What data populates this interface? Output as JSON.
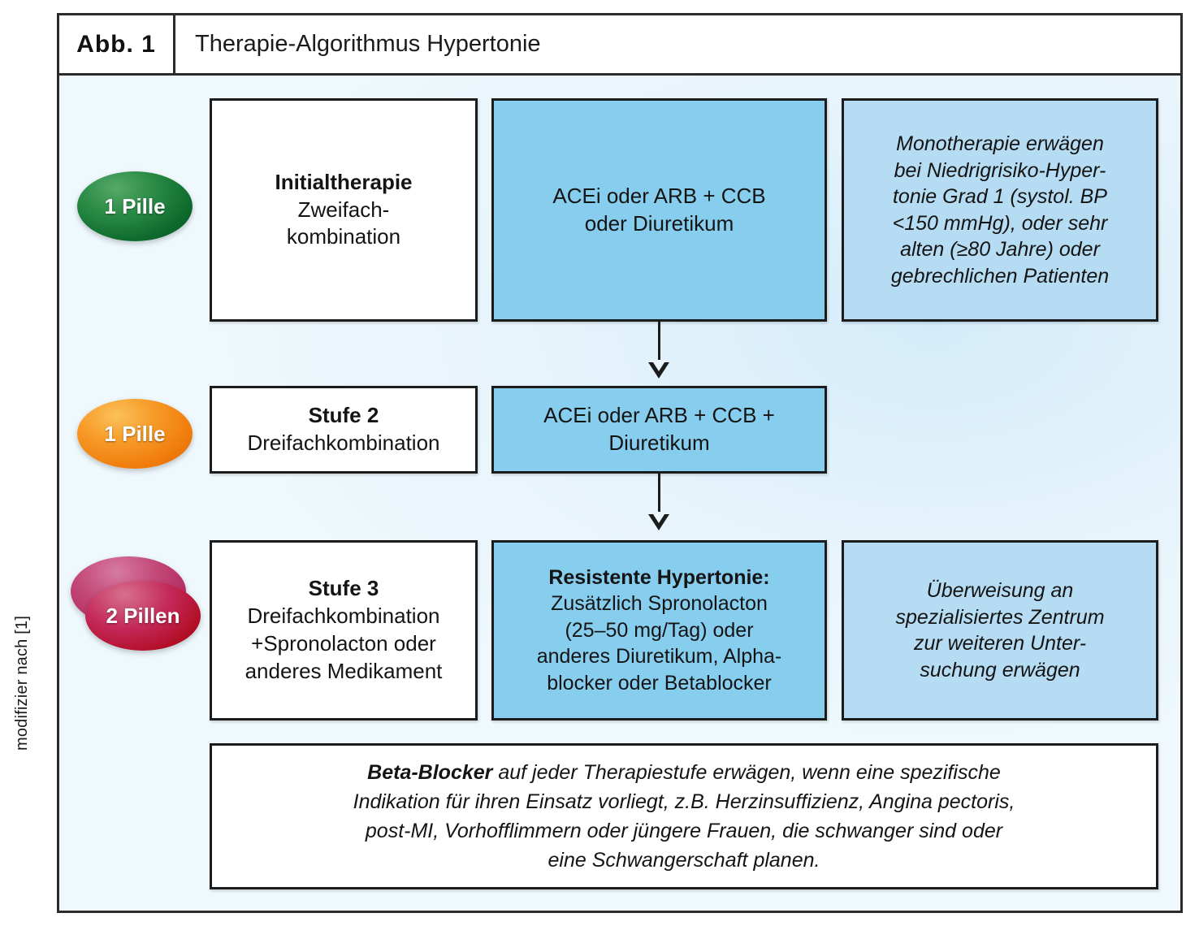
{
  "figure": {
    "label": "Abb. 1",
    "title": "Therapie-Algorithmus Hypertonie",
    "source_credit": "modifizier nach [1]"
  },
  "colors": {
    "background": "#eaf5fc",
    "box_mid_blue": "#86cdee",
    "box_light_blue": "#b5dcf2",
    "box_white": "#ffffff",
    "border": "#1c1c1c",
    "badge_green": "#0d6a2c",
    "badge_orange": "#ef7b0c",
    "badge_red": "#b10d23"
  },
  "rows": [
    {
      "badge": {
        "label": "1 Pille",
        "color": "green",
        "pills": 1
      },
      "stage": {
        "heading": "Initialtherapie",
        "line1": "Zweifach-",
        "line2": "kombination"
      },
      "treatment": {
        "line1": "ACEi oder ARB + CCB",
        "line2": "oder Diuretikum"
      },
      "note": {
        "line1": "Monotherapie erwägen",
        "line2": "bei Niedrigrisiko-Hyper-",
        "line3": "tonie Grad 1 (systol. BP",
        "line4": "<150 mmHg), oder sehr",
        "line5": "alten (≥80 Jahre) oder",
        "line6": "gebrechlichen Patienten"
      }
    },
    {
      "badge": {
        "label": "1 Pille",
        "color": "orange",
        "pills": 1
      },
      "stage": {
        "heading": "Stufe 2",
        "line1": "Dreifachkombination",
        "line2": ""
      },
      "treatment": {
        "line1": "ACEi oder ARB + CCB +",
        "line2": "Diuretikum"
      },
      "note": null
    },
    {
      "badge": {
        "label": "2 Pillen",
        "color": "red",
        "pills": 2
      },
      "stage": {
        "heading": "Stufe 3",
        "line1": "Dreifachkombination",
        "line2": "+Spronolacton oder",
        "line3": "anderes Medikament"
      },
      "treatment": {
        "heading": "Resistente Hypertonie:",
        "line1": "Zusätzlich Spronolacton",
        "line2": "(25–50 mg/Tag) oder",
        "line3": "anderes Diuretikum, Alpha-",
        "line4": "blocker oder Betablocker"
      },
      "note": {
        "line1": "Überweisung an",
        "line2": "spezialisiertes Zentrum",
        "line3": "zur weiteren Unter-",
        "line4": "suchung erwägen"
      }
    }
  ],
  "footnote": {
    "lead": "Beta-Blocker",
    "line1": " auf jeder Therapiestufe erwägen, wenn eine spezifische",
    "line2": "Indikation für ihren Einsatz vorliegt, z.B. Herzinsuffizienz, Angina pectoris,",
    "line3": "post-MI, Vorhofflimmern oder jüngere Frauen, die schwanger sind oder",
    "line4": "eine Schwangerschaft planen."
  }
}
